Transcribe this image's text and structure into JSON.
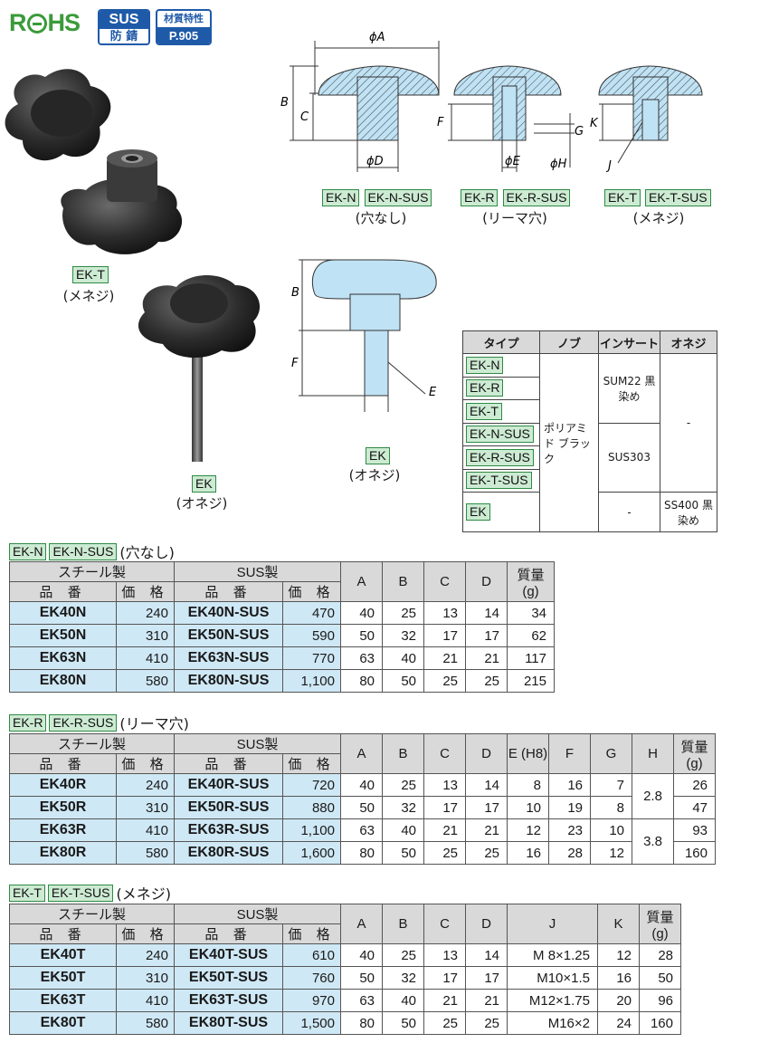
{
  "header": {
    "rohs_parts": [
      "R",
      "HS"
    ],
    "sus_top": "SUS",
    "sus_bottom": "防 錆",
    "mat_top": "材質特性",
    "mat_bottom": "P.905"
  },
  "photos": {
    "ekt_tag": "EK-T",
    "ekt_caption": "(メネジ)",
    "ek_tag": "EK",
    "ek_caption": "(オネジ)"
  },
  "diagrams": {
    "labels": {
      "phiA": "ϕA",
      "B": "B",
      "C": "C",
      "phiD": "ϕD",
      "F": "F",
      "G": "G",
      "phiE": "ϕE",
      "phiH": "ϕH",
      "K": "K",
      "J": "J",
      "E": "E"
    },
    "n_tags": [
      "EK-N",
      "EK-N-SUS"
    ],
    "n_caption": "(穴なし)",
    "r_tags": [
      "EK-R",
      "EK-R-SUS"
    ],
    "r_caption": "(リーマ穴)",
    "t_tags": [
      "EK-T",
      "EK-T-SUS"
    ],
    "t_caption": "(メネジ)",
    "ek_tag": "EK",
    "ek_caption": "(オネジ)"
  },
  "type_table": {
    "headers": [
      "タイプ",
      "ノブ",
      "インサート",
      "オネジ"
    ],
    "types": [
      "EK-N",
      "EK-R",
      "EK-T",
      "EK-N-SUS",
      "EK-R-SUS",
      "EK-T-SUS",
      "EK"
    ],
    "knob": "ポリアミド ブラック",
    "insert_steel": "SUM22 黒染め",
    "insert_sus": "SUS303",
    "insert_ek": "-",
    "screw_other": "-",
    "screw_ek": "SS400 黒染め"
  },
  "sections": {
    "n": {
      "tags": [
        "EK-N",
        "EK-N-SUS"
      ],
      "title": "(穴なし)",
      "headers": {
        "steel": "スチール製",
        "sus": "SUS製",
        "part": "品 番",
        "price": "価 格",
        "cols": [
          "A",
          "B",
          "C",
          "D"
        ],
        "mass": "質量 (g)"
      },
      "rows": [
        [
          "EK40N",
          "240",
          "EK40N-SUS",
          "470",
          "40",
          "25",
          "13",
          "14",
          "34"
        ],
        [
          "EK50N",
          "310",
          "EK50N-SUS",
          "590",
          "50",
          "32",
          "17",
          "17",
          "62"
        ],
        [
          "EK63N",
          "410",
          "EK63N-SUS",
          "770",
          "63",
          "40",
          "21",
          "21",
          "117"
        ],
        [
          "EK80N",
          "580",
          "EK80N-SUS",
          "1,100",
          "80",
          "50",
          "25",
          "25",
          "215"
        ]
      ]
    },
    "r": {
      "tags": [
        "EK-R",
        "EK-R-SUS"
      ],
      "title": "(リーマ穴)",
      "headers": {
        "steel": "スチール製",
        "sus": "SUS製",
        "part": "品 番",
        "price": "価 格",
        "cols": [
          "A",
          "B",
          "C",
          "D",
          "E (H8)",
          "F",
          "G",
          "H"
        ],
        "mass": "質量 (g)"
      },
      "rows": [
        [
          "EK40R",
          "240",
          "EK40R-SUS",
          "720",
          "40",
          "25",
          "13",
          "14",
          "8",
          "16",
          "7",
          "26"
        ],
        [
          "EK50R",
          "310",
          "EK50R-SUS",
          "880",
          "50",
          "32",
          "17",
          "17",
          "10",
          "19",
          "8",
          "47"
        ],
        [
          "EK63R",
          "410",
          "EK63R-SUS",
          "1,100",
          "63",
          "40",
          "21",
          "21",
          "12",
          "23",
          "10",
          "93"
        ],
        [
          "EK80R",
          "580",
          "EK80R-SUS",
          "1,600",
          "80",
          "50",
          "25",
          "25",
          "16",
          "28",
          "12",
          "160"
        ]
      ],
      "h_values": [
        "2.8",
        "3.8"
      ]
    },
    "t": {
      "tags": [
        "EK-T",
        "EK-T-SUS"
      ],
      "title": "(メネジ)",
      "headers": {
        "steel": "スチール製",
        "sus": "SUS製",
        "part": "品 番",
        "price": "価 格",
        "cols": [
          "A",
          "B",
          "C",
          "D",
          "J",
          "K"
        ],
        "mass": "質量 (g)"
      },
      "rows": [
        [
          "EK40T",
          "240",
          "EK40T-SUS",
          "610",
          "40",
          "25",
          "13",
          "14",
          "M 8×1.25",
          "12",
          "28"
        ],
        [
          "EK50T",
          "310",
          "EK50T-SUS",
          "760",
          "50",
          "32",
          "17",
          "17",
          "M10×1.5",
          "16",
          "50"
        ],
        [
          "EK63T",
          "410",
          "EK63T-SUS",
          "970",
          "63",
          "40",
          "21",
          "21",
          "M12×1.75",
          "20",
          "96"
        ],
        [
          "EK80T",
          "580",
          "EK80T-SUS",
          "1,500",
          "80",
          "50",
          "25",
          "25",
          "M16×2",
          "24",
          "160"
        ]
      ]
    }
  }
}
